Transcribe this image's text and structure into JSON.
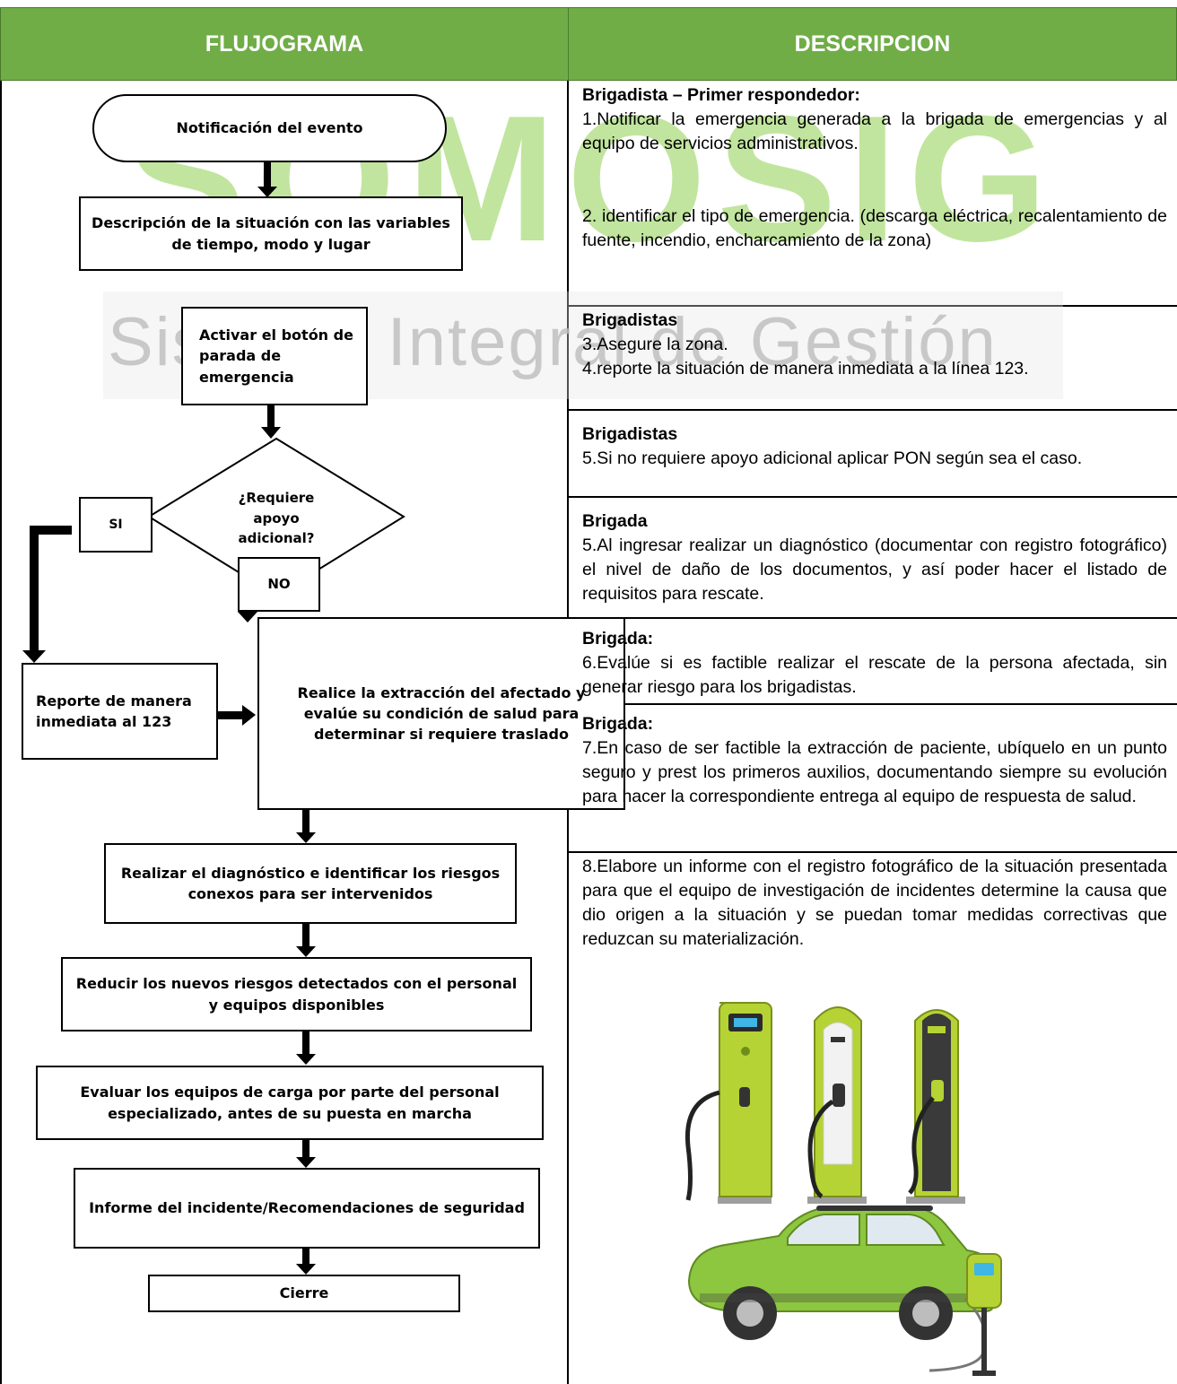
{
  "header": {
    "left": "FLUJOGRAMA",
    "right": "DESCRIPCION"
  },
  "watermark": {
    "brand": "SOMOSIG",
    "subtitle": "Sistema Integral de Gestión"
  },
  "flow": {
    "notificacion": "Notificación del evento",
    "descripcion": "Descripción de la situación con las variables de tiempo, modo y lugar",
    "activar": "Activar el botón de parada de emergencia",
    "decision": "¿Requiere apoyo adicional?",
    "si": "SI",
    "no": "NO",
    "reporte": "Reporte de manera inmediata al 123",
    "extraccion": "Realice la extracción del afectado y evalúe su condición de salud para determinar si requiere traslado",
    "diagnostico": "Realizar el diagnóstico e identificar los riesgos conexos para ser intervenidos",
    "reducir": "Reducir los nuevos riesgos detectados con el personal y equipos disponibles",
    "evaluar": "Evaluar los equipos de carga por parte del personal especializado, antes de su puesta en marcha",
    "informe": "Informe del incidente/Recomendaciones de seguridad",
    "cierre": "Cierre"
  },
  "description": {
    "s1": {
      "title": "Brigadista – Primer respondedor:",
      "p1": "1.Notificar la emergencia generada a la brigada de emergencias y al equipo de servicios administrativos.",
      "p2": "2. identificar el tipo de emergencia. (descarga eléctrica, recalentamiento de fuente, incendio, encharcamiento de la zona)"
    },
    "s2": {
      "title": "Brigadistas",
      "p1": "3.Asegure la zona.",
      "p2": "4.reporte la situación de manera inmediata a la línea 123."
    },
    "s3": {
      "title": "Brigadistas",
      "p1": "5.Si no requiere apoyo adicional aplicar PON según sea el caso."
    },
    "s4": {
      "title": "Brigada",
      "p1": "5.Al ingresar realizar un diagnóstico (documentar con registro fotográfico) el nivel de daño de los documentos, y así poder hacer el listado de requisitos para rescate."
    },
    "s5": {
      "title": "Brigada:",
      "p1": "6.Evalúe si es factible realizar el rescate de la persona afectada, sin generar riesgo para los brigadistas."
    },
    "s6": {
      "title": "Brigada:",
      "p1": "7.En caso de ser factible la extracción de paciente, ubíquelo en un punto seguro y prest los primeros auxilios, documentando siempre su evolución para hacer la correspondiente entrega al equipo de respuesta de salud."
    },
    "s7": {
      "p1": "8.Elabore un informe con el registro fotográfico de la situación presentada para que el equipo de investigación de incidentes determine la causa que dio origen a la situación y se puedan tomar medidas correctivas que reduzcan su materialización."
    }
  },
  "colors": {
    "header_green": "#70ad47",
    "charger_green": "#b5d334",
    "car_green": "#8dc63f",
    "charger_dark": "#3a3a3a"
  }
}
